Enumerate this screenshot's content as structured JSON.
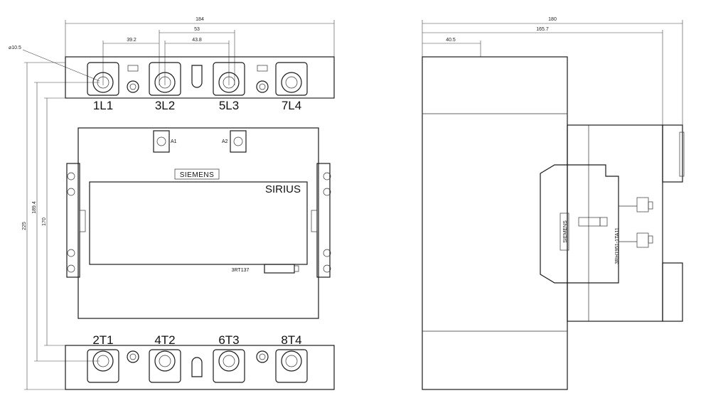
{
  "front_view": {
    "dimensions": {
      "overall_width": "184",
      "pitch_1": "53",
      "pitch_2": "39.2",
      "pitch_3": "43.8",
      "hole_dia": "⌀10.5",
      "height_total": "225",
      "height_2": "189.4",
      "height_3": "170"
    },
    "top_terminals": [
      "1L1",
      "3L2",
      "5L3",
      "7L4"
    ],
    "bottom_terminals": [
      "2T1",
      "4T2",
      "6T3",
      "8T4"
    ],
    "coil_a1": "A1",
    "coil_a2": "A2",
    "brand": "SIEMENS",
    "series": "SIRIUS",
    "model": "3RT137"
  },
  "side_view": {
    "dimensions": {
      "overall_depth": "180",
      "depth_2": "165.7",
      "depth_3": "40.5"
    },
    "brand": "SIEMENS",
    "module_code": "3RH1951-1TA11"
  }
}
